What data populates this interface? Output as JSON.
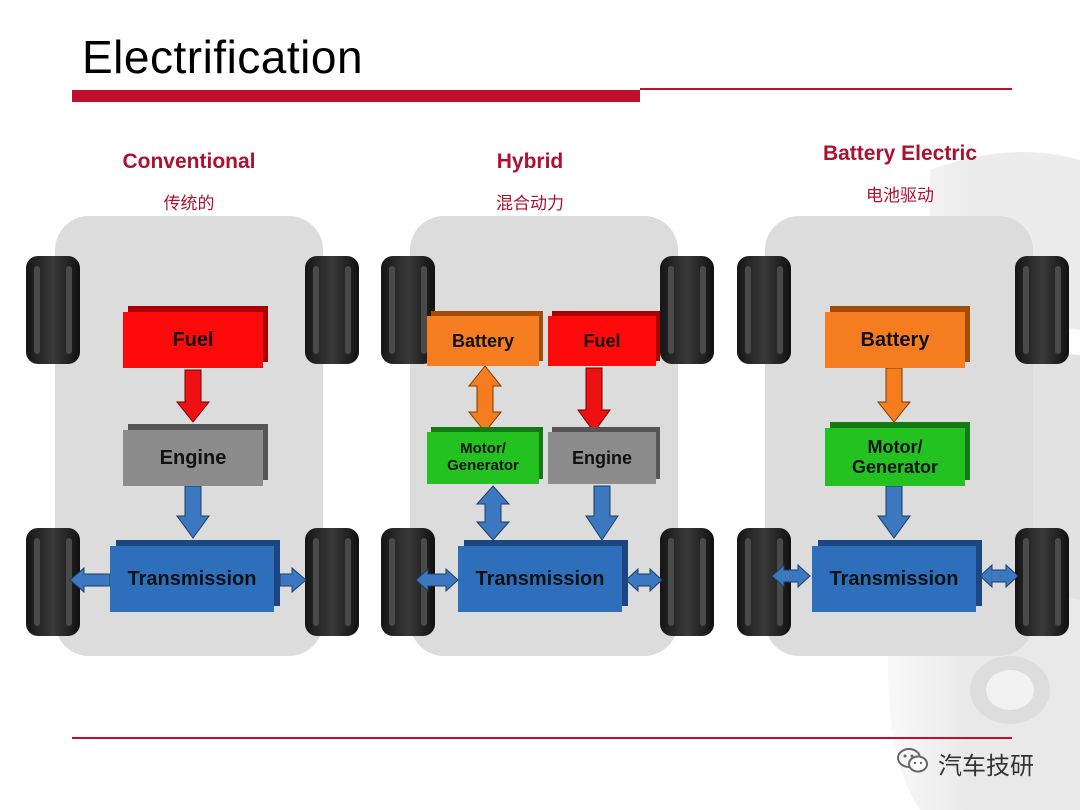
{
  "title": "Electrification",
  "columns": [
    {
      "title": "Conventional",
      "subtitle": "传统的",
      "blocks": {
        "fuel": "Fuel",
        "engine": "Engine",
        "transmission": "Transmission"
      }
    },
    {
      "title": "Hybrid",
      "subtitle": "混合动力",
      "blocks": {
        "battery": "Battery",
        "fuel": "Fuel",
        "motor": "Motor/ Generator",
        "engine": "Engine",
        "transmission": "Transmission"
      }
    },
    {
      "title": "Battery Electric",
      "subtitle": "电池驱动",
      "blocks": {
        "battery": "Battery",
        "motor": "Motor/ Generator",
        "transmission": "Transmission"
      }
    }
  ],
  "footer": {
    "brand": "汽车技研",
    "icon": "wechat-icon"
  },
  "colors": {
    "accent_red": "#c0102c",
    "heading_red": "#b01030",
    "fuel": "#ff0a0a",
    "battery": "#f57d1f",
    "engine": "#8c8c8c",
    "motor": "#23c221",
    "transmission": "#2e6fbb",
    "fuel_arrow": "#ee1111",
    "battery_arrow": "#f57d1f",
    "drive_arrow": "#3b78c0"
  }
}
